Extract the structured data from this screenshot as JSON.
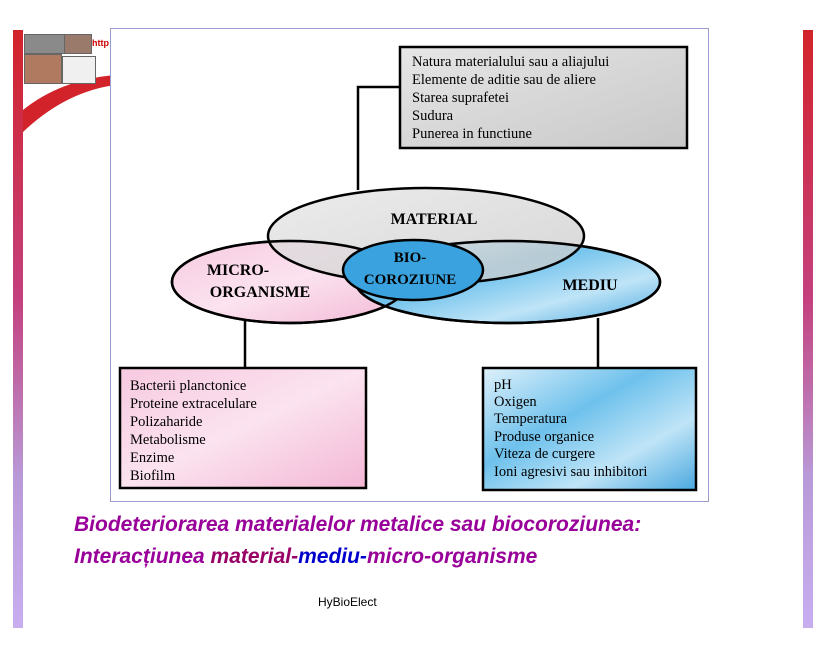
{
  "header": {
    "url_fragment": "http"
  },
  "diagram": {
    "material_box": [
      "Natura materialului sau a aliajului",
      "Elemente de aditie sau de aliere",
      "Starea suprafetei",
      "Sudura",
      "Punerea in functiune"
    ],
    "ellipse_material": "MATERIAL",
    "ellipse_micro": [
      "MICRO-",
      "ORGANISME"
    ],
    "ellipse_bio": [
      "BIO-",
      "COROZIUNE"
    ],
    "ellipse_mediu": "MEDIU",
    "micro_box": [
      "Bacterii planctonice",
      "Proteine extracelulare",
      "Polizaharide",
      "Metabolisme",
      "Enzime",
      "Biofilm"
    ],
    "mediu_box": [
      "pH",
      "Oxigen",
      "Temperatura",
      "Produse organice",
      "Viteza de curgere",
      "Ioni agresivi sau inhibitori"
    ]
  },
  "caption": {
    "line1": "Biodeteriorarea materialelor metalice sau biocoroziunea:",
    "line2_prefix": "Interacțiunea ",
    "line2_material": "material-",
    "line2_mediu": "mediu-",
    "line2_micro": "micro-organisme"
  },
  "footer": "HyBioElect",
  "colors": {
    "bar_top": "#d2232a",
    "bar_bottom": "#c8aef0",
    "micro_fill": "#f6c8e0",
    "mediu_fill": "#5fb7e8",
    "material_fill": "#d8d8d8",
    "caption_purple": "#990099",
    "caption_blue": "#0000cc"
  }
}
